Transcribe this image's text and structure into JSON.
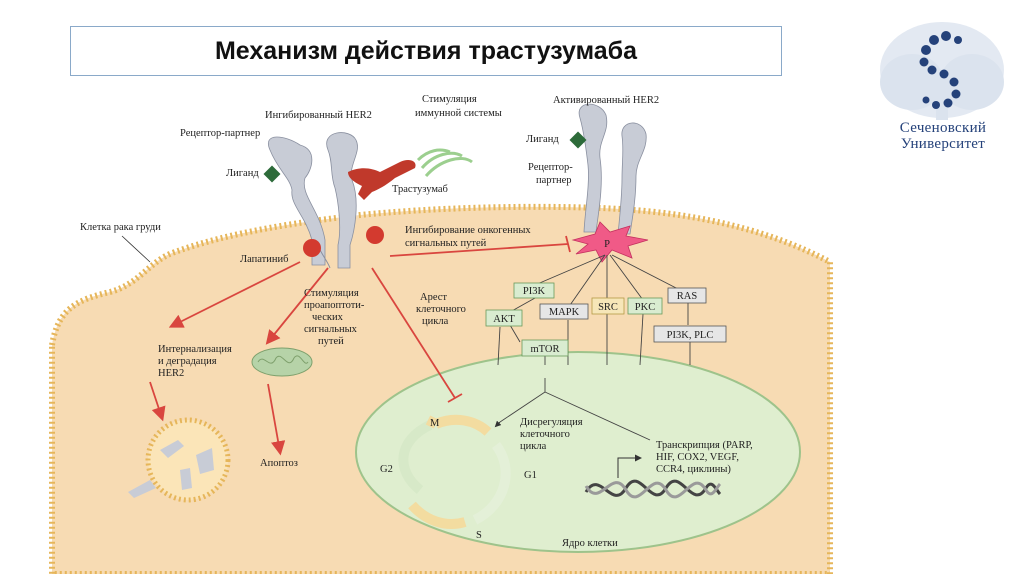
{
  "title": "Механизм действия трастузумаба",
  "logo": {
    "line1": "Сеченовский",
    "line2": "Университет",
    "color": "#25427a"
  },
  "labels": {
    "inhibited_her2": "Ингибированный HER2",
    "immune_stim_1": "Стимуляция",
    "immune_stim_2": "иммунной системы",
    "receptor_partner": "Рецептор-партнер",
    "ligand_left": "Лиганд",
    "trastuzumab": "Трастузумаб",
    "activated_her2": "Активированный HER2",
    "ligand_right": "Лиганд",
    "receptor_partner_r1": "Рецептор-",
    "receptor_partner_r2": "партнер",
    "breast_cancer_cell": "Клетка рака груди",
    "inhibition_1": "Ингибирование онкогенных",
    "inhibition_2": "сигнальных путей",
    "lapatinib": "Лапатиниб",
    "proapoptotic_1": "Стимуляция",
    "proapoptotic_2": "проапоптоти-",
    "proapoptotic_3": "ческих",
    "proapoptotic_4": "сигнальных",
    "proapoptotic_5": "путей",
    "arrest_1": "Арест",
    "arrest_2": "клеточного",
    "arrest_3": "цикла",
    "internalization_1": "Интернализация",
    "internalization_2": "и деградация",
    "internalization_3": "HER2",
    "apoptosis": "Апоптоз",
    "phospho": "P",
    "dysreg_1": "Дисрегуляция",
    "dysreg_2": "клеточного",
    "dysreg_3": "цикла",
    "transcription_1": "Транскрипция (PARP,",
    "transcription_2": "HIF, COX2, VEGF,",
    "transcription_3": "CCR4, циклины)",
    "nucleus": "Ядро клетки",
    "phase_m": "M",
    "phase_g1": "G1",
    "phase_g2": "G2",
    "phase_s": "S"
  },
  "pathways": {
    "pi3k": "PI3K",
    "akt": "AKT",
    "mtor": "mTOR",
    "mapk": "MAPK",
    "src": "SRC",
    "pkc": "PKC",
    "ras": "RAS",
    "pi3k_plc": "PI3K, PLC"
  }
}
